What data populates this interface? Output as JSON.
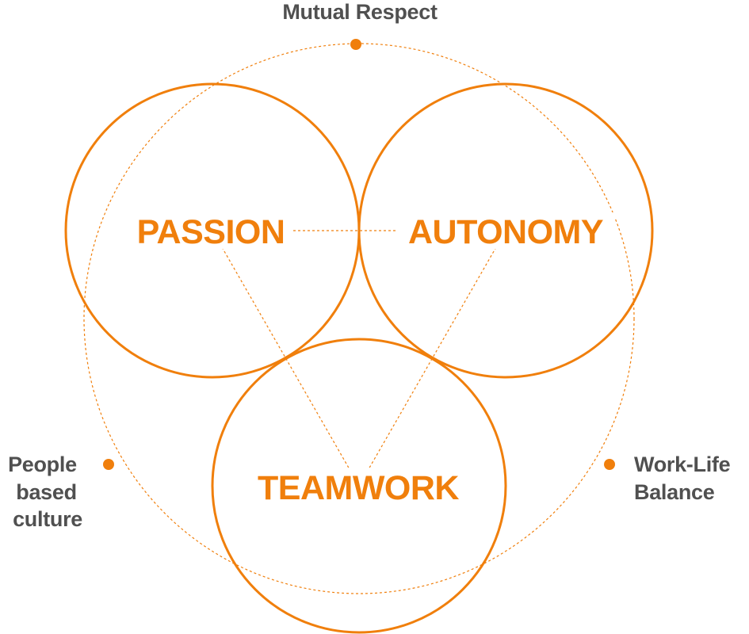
{
  "colors": {
    "accent": "#F07F0C",
    "label_gray": "#505050"
  },
  "circles": {
    "passion": "PASSION",
    "autonomy": "AUTONOMY",
    "teamwork": "TEAMWORK"
  },
  "outer": {
    "top": "Mutual Respect",
    "left": [
      "People",
      "based",
      "culture"
    ],
    "right": [
      "Work-Life",
      "Balance"
    ]
  }
}
